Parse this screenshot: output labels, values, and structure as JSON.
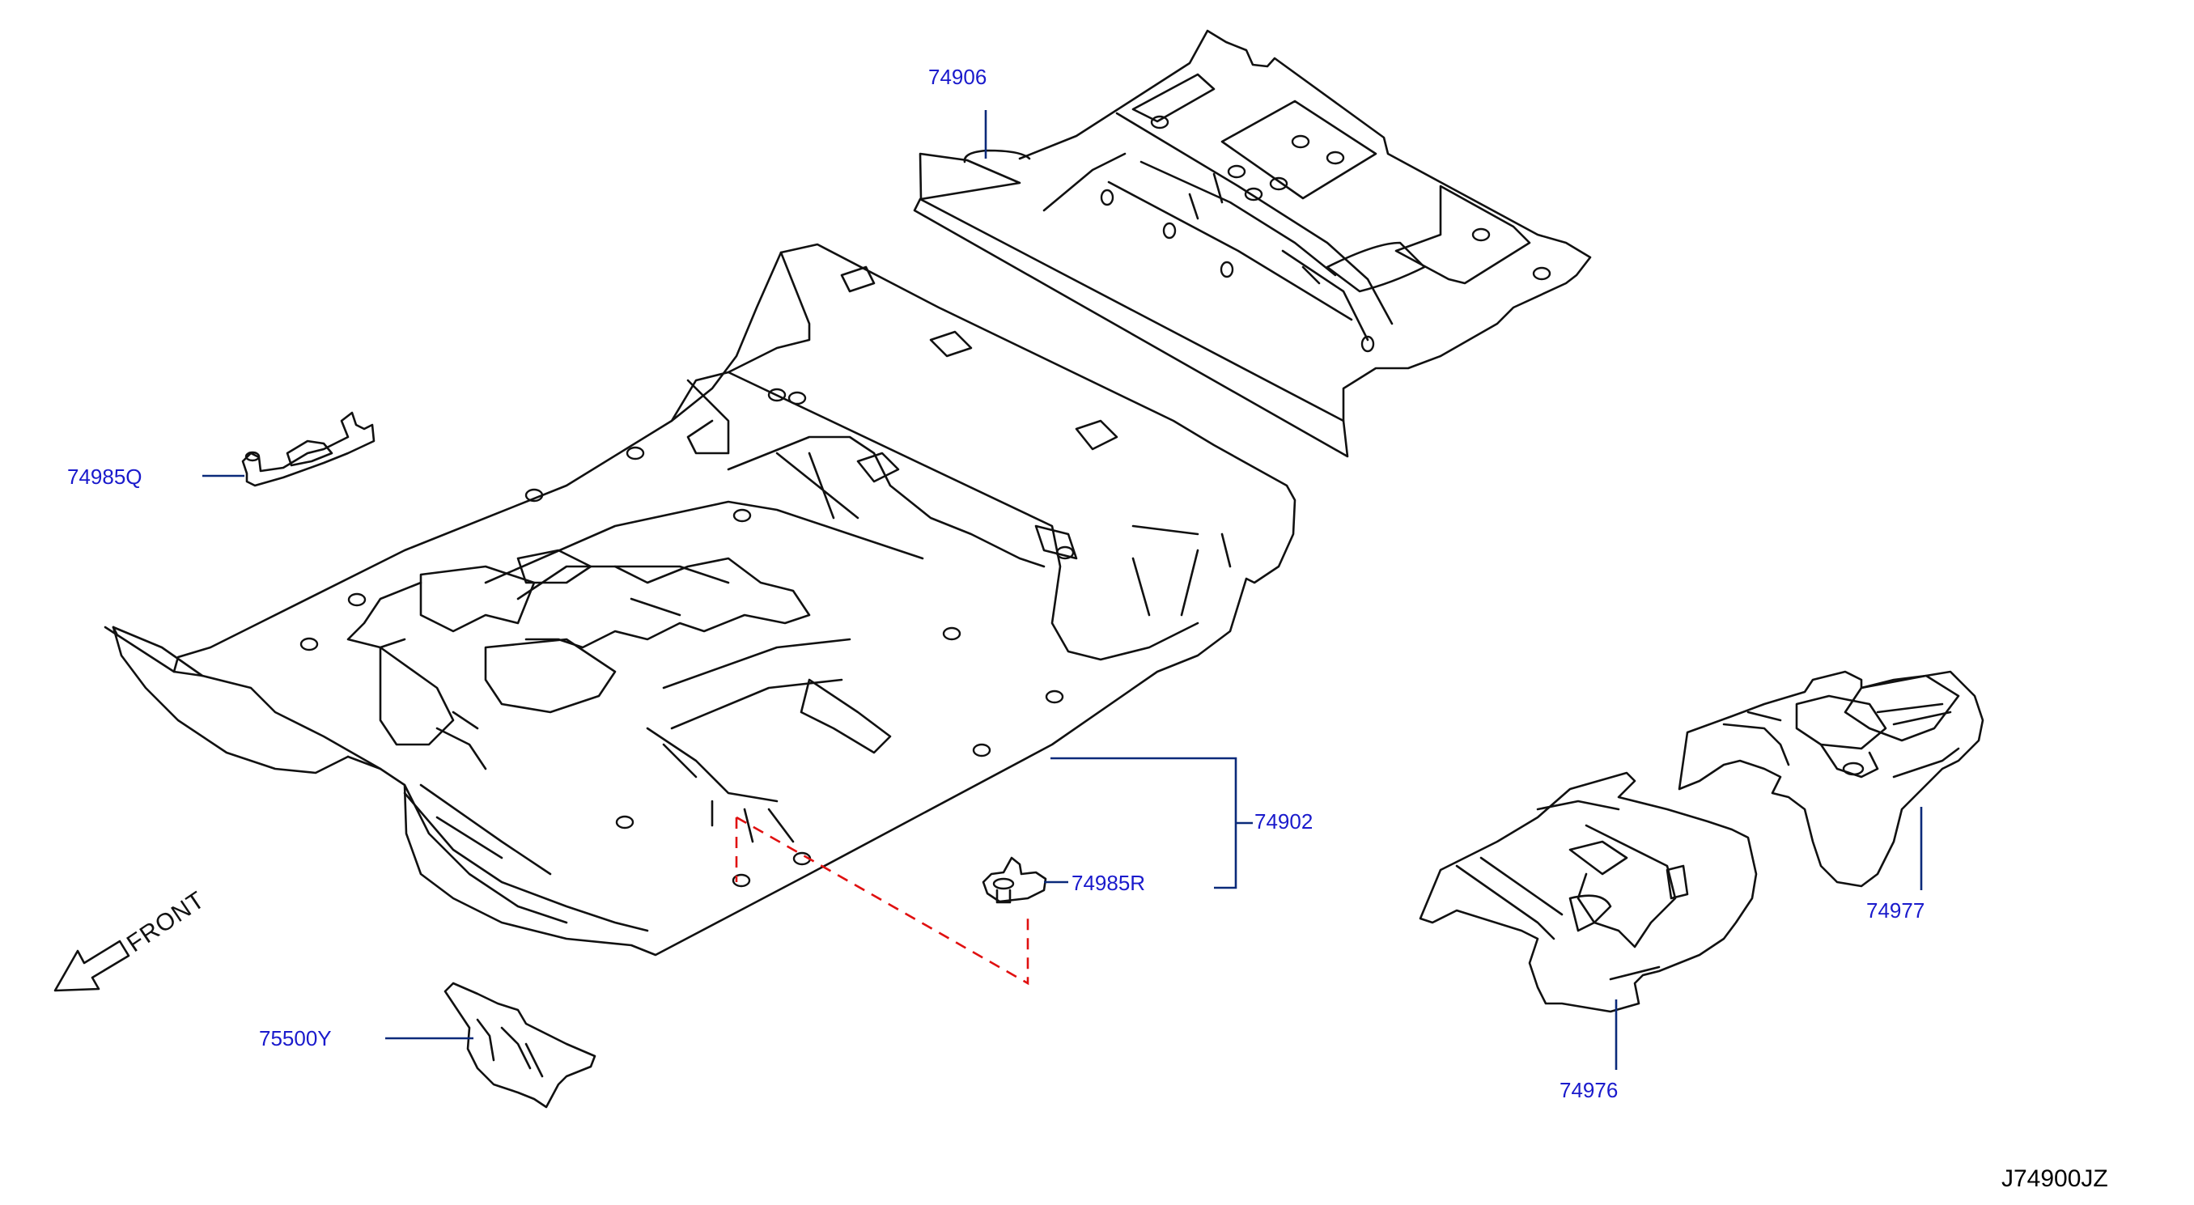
{
  "labels": {
    "part_74906": "74906",
    "part_74985Q": "74985Q",
    "part_74902": "74902",
    "part_74985R": "74985R",
    "part_74977": "74977",
    "part_74976": "74976",
    "part_75500Y": "75500Y",
    "front": "FRONT",
    "diagram_code": "J74900JZ"
  },
  "colors": {
    "label_text": "#1a1acc",
    "leader_line": "#0a2a7a",
    "dashed_link": "#e01010",
    "line_art": "#111111"
  }
}
